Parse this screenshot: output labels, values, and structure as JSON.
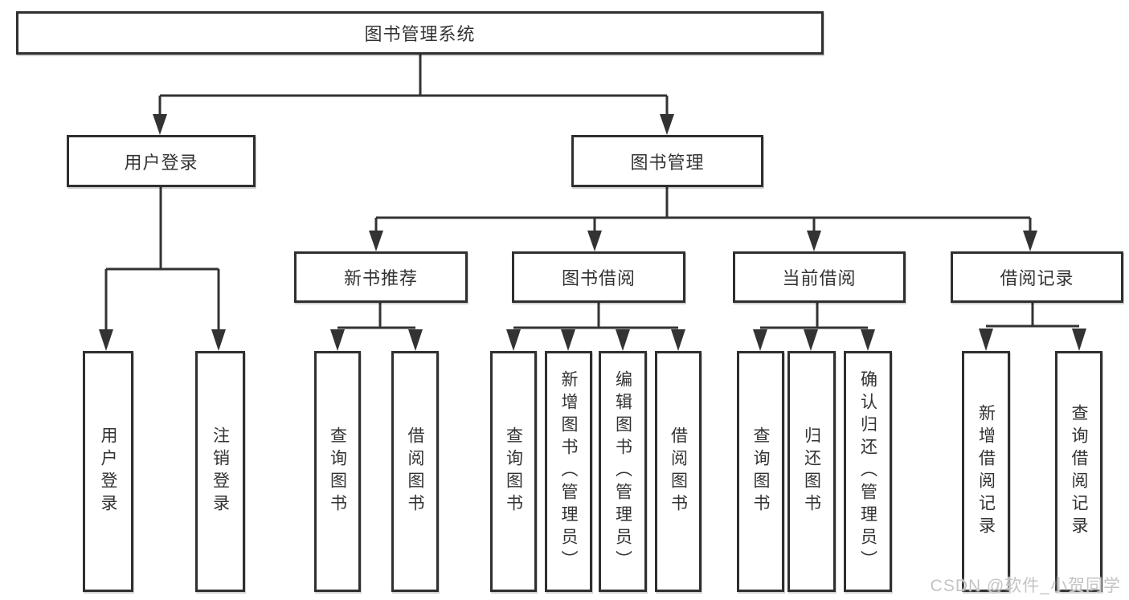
{
  "tree": {
    "label": "图书管理系统",
    "children": [
      {
        "label": "用户登录",
        "children": [
          {
            "label": "用户登录"
          },
          {
            "label": "注销登录"
          }
        ]
      },
      {
        "label": "图书管理",
        "children": [
          {
            "label": "新书推荐",
            "children": [
              {
                "label": "查询图书"
              },
              {
                "label": "借阅图书"
              }
            ]
          },
          {
            "label": "图书借阅",
            "children": [
              {
                "label": "查询图书"
              },
              {
                "label": "新增图书（管理员）"
              },
              {
                "label": "编辑图书（管理员）"
              },
              {
                "label": "借阅图书"
              }
            ]
          },
          {
            "label": "当前借阅",
            "children": [
              {
                "label": "查询图书"
              },
              {
                "label": "归还图书"
              },
              {
                "label": "确认归还（管理员）"
              }
            ]
          },
          {
            "label": "借阅记录",
            "children": [
              {
                "label": "新增借阅记录"
              },
              {
                "label": "查询借阅记录"
              }
            ]
          }
        ]
      }
    ]
  },
  "watermark": {
    "text": "CSDN @软件_小贺同学"
  },
  "colors": {
    "line": "#333333",
    "box_border": "#2f2f2f",
    "text": "#333333",
    "watermark": "#c4c4c4"
  }
}
